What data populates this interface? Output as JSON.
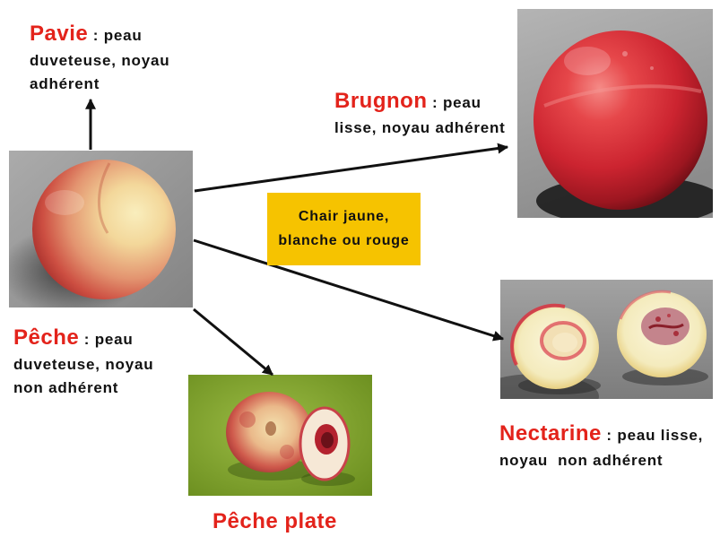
{
  "colors": {
    "title_red": "#e3231b",
    "box_yellow": "#f6c300",
    "text": "#111111"
  },
  "pavie": {
    "name": "Pavie",
    "line1": " : peau",
    "line2": "duveteuse, noyau",
    "line3": "adhérent"
  },
  "brugnon": {
    "name": "Brugnon",
    "line1": " : peau",
    "line2": "lisse, noyau adhérent"
  },
  "peche": {
    "name": "Pêche",
    "line1": " : peau",
    "line2": "duveteuse, noyau",
    "line3": "non adhérent"
  },
  "nectarine": {
    "name": "Nectarine",
    "line1": " : peau lisse,",
    "line2": "noyau  non adhérent"
  },
  "flesh_note": {
    "line1": "Chair jaune,",
    "line2": "blanche ou rouge"
  },
  "peche_plate": {
    "name": "Pêche plate"
  }
}
